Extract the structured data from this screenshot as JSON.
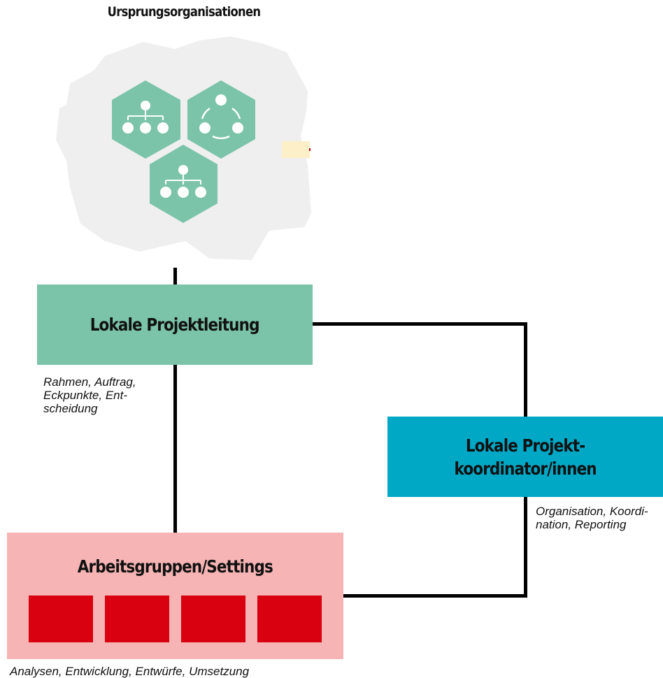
{
  "title": "Ursprungsorganisationen",
  "boxes": {
    "leitung": {
      "label": "Lokale Projektleitung",
      "note": "Rahmen, Auftrag, Eckpunkte, Ent-scheidung",
      "note_lines": [
        "Rahmen, Auftrag,",
        "Eckpunkte, Ent-",
        "scheidung"
      ]
    },
    "koordination": {
      "label_lines": [
        "Lokale Projekt-",
        "koordinator/innen"
      ],
      "note_lines": [
        "Organisation, Koordi-",
        "nation, Reporting"
      ]
    },
    "arbeitsgruppen": {
      "label": "Arbeitsgruppen/Settings",
      "note": "Analysen, Entwicklung, Entwürfe, Umsetzung",
      "tiles": 4
    }
  },
  "icons": [
    "hierarchy-icon",
    "circle-network-icon",
    "hierarchy-icon"
  ],
  "colors": {
    "green": "#7bc4aa",
    "blue": "#00a8c6",
    "pink": "#f6b4b4",
    "red": "#d9000f",
    "cloud": "#efefef",
    "line": "#000000"
  }
}
